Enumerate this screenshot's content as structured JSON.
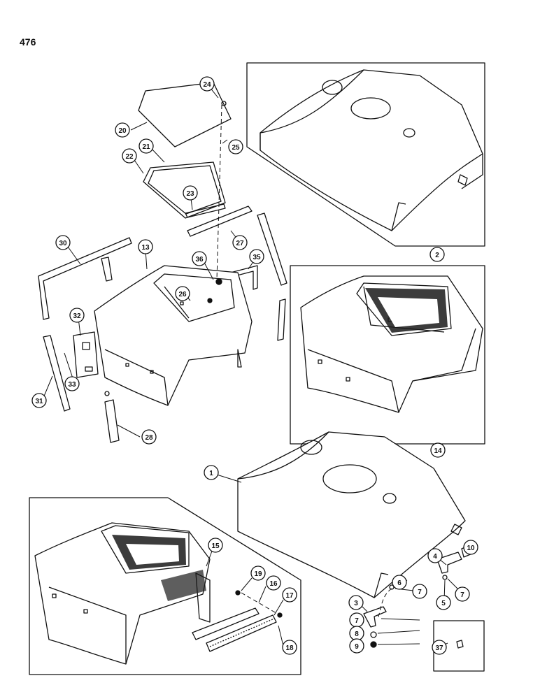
{
  "page_number": "476",
  "colors": {
    "ink": "#111111",
    "paper": "#ffffff",
    "shade": "#1a1a1a",
    "panel_fill": "#fafafa"
  },
  "callouts": {
    "c1": "1",
    "c2": "2",
    "c3": "3",
    "c4": "4",
    "c5": "5",
    "c6": "6",
    "c7a": "7",
    "c7b": "7",
    "c7c": "7",
    "c8": "8",
    "c9": "9",
    "c10": "10",
    "c13": "13",
    "c14": "14",
    "c15": "15",
    "c16": "16",
    "c17": "17",
    "c18": "18",
    "c19": "19",
    "c20": "20",
    "c21": "21",
    "c22": "22",
    "c23": "23",
    "c24": "24",
    "c25": "25",
    "c26": "26",
    "c27": "27",
    "c28": "28",
    "c30": "30",
    "c31": "31",
    "c32": "32",
    "c33": "33",
    "c35": "35",
    "c36": "36",
    "c37": "37"
  }
}
